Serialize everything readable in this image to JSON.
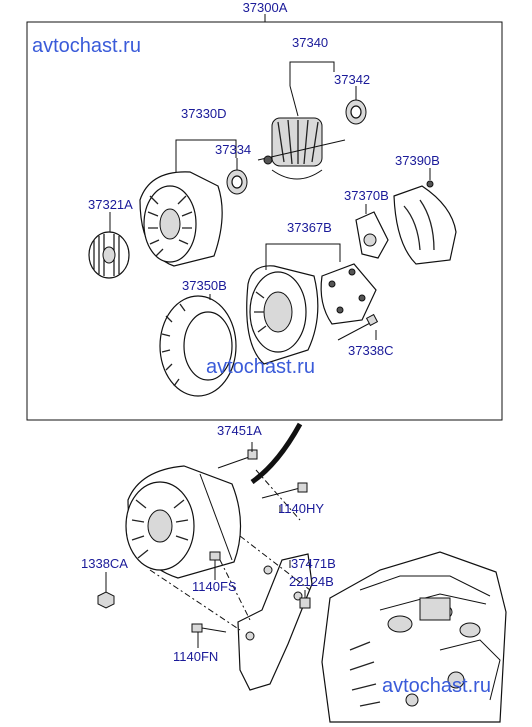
{
  "watermark": {
    "text": "avtochast.ru",
    "color": "#3a5bd9"
  },
  "label_color": "#1a1a99",
  "parts": [
    {
      "id": "p37300A",
      "label": "37300A"
    },
    {
      "id": "p37340",
      "label": "37340"
    },
    {
      "id": "p37342",
      "label": "37342"
    },
    {
      "id": "p37330D",
      "label": "37330D"
    },
    {
      "id": "p37334",
      "label": "37334"
    },
    {
      "id": "p37390B",
      "label": "37390B"
    },
    {
      "id": "p37321A",
      "label": "37321A"
    },
    {
      "id": "p37370B",
      "label": "37370B"
    },
    {
      "id": "p37367B",
      "label": "37367B"
    },
    {
      "id": "p37350B",
      "label": "37350B"
    },
    {
      "id": "p37338C",
      "label": "37338C"
    },
    {
      "id": "p37451A",
      "label": "37451A"
    },
    {
      "id": "p1140HY",
      "label": "1140HY"
    },
    {
      "id": "p1338CA",
      "label": "1338CA"
    },
    {
      "id": "p37471B",
      "label": "37471B"
    },
    {
      "id": "p22124B",
      "label": "22124B"
    },
    {
      "id": "p1140FS",
      "label": "1140FS"
    },
    {
      "id": "p1140FN",
      "label": "1140FN"
    }
  ]
}
